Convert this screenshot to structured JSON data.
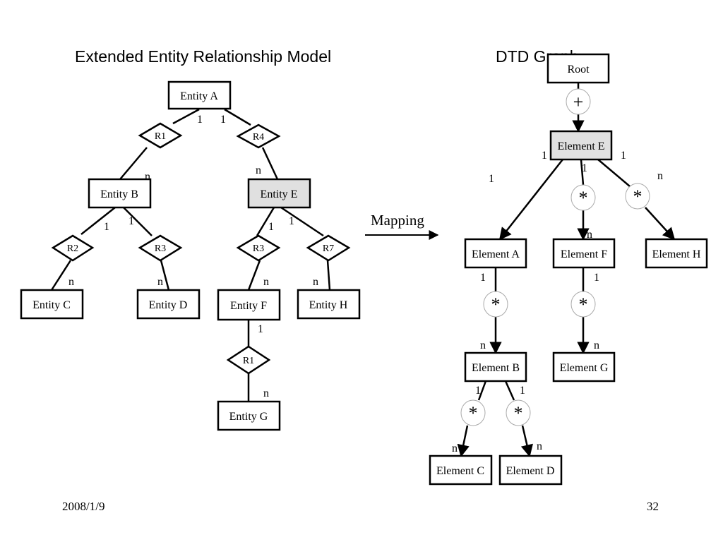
{
  "titles": {
    "left": "Extended Entity Relationship Model",
    "right": "DTD Graph"
  },
  "footer": {
    "date": "2008/1/9",
    "page": "32"
  },
  "mapping_label": "Mapping",
  "colors": {
    "highlight": "#e0e0e0",
    "circle_stroke": "#aaaaaa",
    "line": "#000000"
  },
  "eer": {
    "entities": {
      "a": "Entity A",
      "b": "Entity B",
      "c": "Entity C",
      "d": "Entity D",
      "e": "Entity E",
      "f": "Entity F",
      "g": "Entity G",
      "h": "Entity H"
    },
    "relationships": {
      "r1_top": "R1",
      "r4": "R4",
      "r2": "R2",
      "r3_left": "R3",
      "r3_right": "R3",
      "r7": "R7",
      "r1_bottom": "R1"
    },
    "cardinality": {
      "a_r1": "1",
      "a_r4": "1",
      "r1_b": "n",
      "r4_e": "n",
      "b_r2": "1",
      "b_r3": "1",
      "r2_c": "n",
      "r3_d": "n",
      "e_r3": "1",
      "e_r7": "1",
      "r3_f": "n",
      "r7_h": "n",
      "f_r1": "1",
      "r1_g": "n"
    }
  },
  "dtd": {
    "root": "Root",
    "elements": {
      "e": "Element E",
      "a": "Element A",
      "f": "Element F",
      "h": "Element H",
      "b": "Element B",
      "g": "Element G",
      "c": "Element C",
      "d": "Element D"
    },
    "symbols": {
      "plus": "+",
      "star_f": "*",
      "star_h": "*",
      "star_ab": "*",
      "star_fg": "*",
      "star_bc": "*",
      "star_bd": "*"
    },
    "cardinality": {
      "e_left": "1",
      "e_mid": "1",
      "e_right": "1",
      "e_h_n": "n",
      "a_side_1": "1",
      "f_n": "n",
      "a_1": "1",
      "f_1": "1",
      "b_n": "n",
      "g_n": "n",
      "b_1_left": "1",
      "b_1_right": "1",
      "c_n": "n",
      "d_n": "n"
    }
  }
}
